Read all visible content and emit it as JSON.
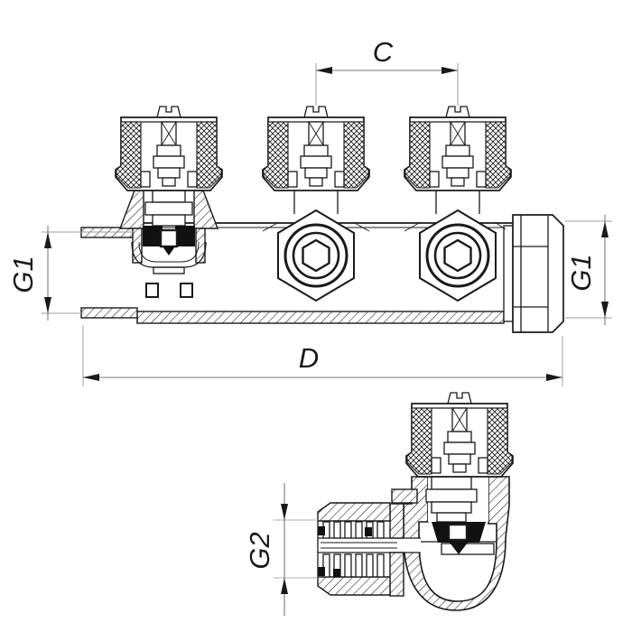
{
  "drawing": {
    "kind": "manifold-valve-technical-drawing",
    "colors": {
      "background": "#ffffff",
      "line": "#1a1a1a",
      "dimension_line": "#7a7a7a",
      "extension_line": "#9f9f9f",
      "seal_fill": "#111111"
    },
    "dimensions": {
      "c": {
        "label": "C"
      },
      "d": {
        "label": "D"
      },
      "g1_left": {
        "label": "G1"
      },
      "g1_right": {
        "label": "G1"
      },
      "g2": {
        "label": "G2"
      }
    }
  }
}
